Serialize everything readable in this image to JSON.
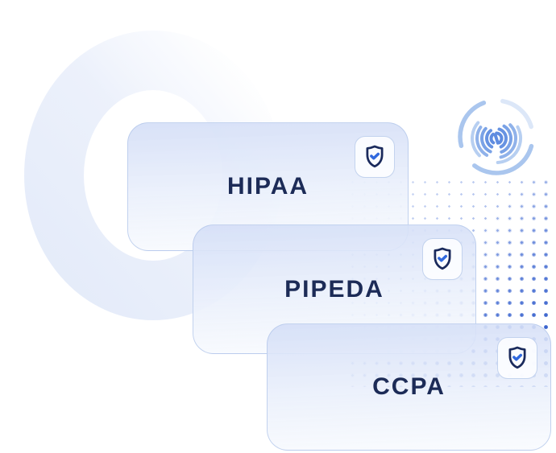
{
  "illustration": {
    "cards": [
      {
        "label": "HIPAA",
        "icon": "shield-check-icon"
      },
      {
        "label": "PIPEDA",
        "icon": "shield-check-icon"
      },
      {
        "label": "CCPA",
        "icon": "shield-check-icon"
      }
    ],
    "decorations": {
      "fingerprint_icon": "fingerprint-icon",
      "dot_pattern": "dot-grid",
      "background_ring": "ring"
    },
    "colors": {
      "card_text_navy": "#1c2b57",
      "shield_outline_navy": "#1a2a5c",
      "check_accent_blue": "#3069de",
      "dot_blue_strong": "#2452c8",
      "dot_blue_soft": "#3a66d4",
      "fingerprint_blue": "#a9c5ef",
      "fingerprint_blue_light": "#dce7f8",
      "card_gradient_top": "#d4def7",
      "card_gradient_bottom": "#f9fbfe",
      "badge_border": "#c3d3ee",
      "ring_tint": "#e7edfa"
    }
  }
}
